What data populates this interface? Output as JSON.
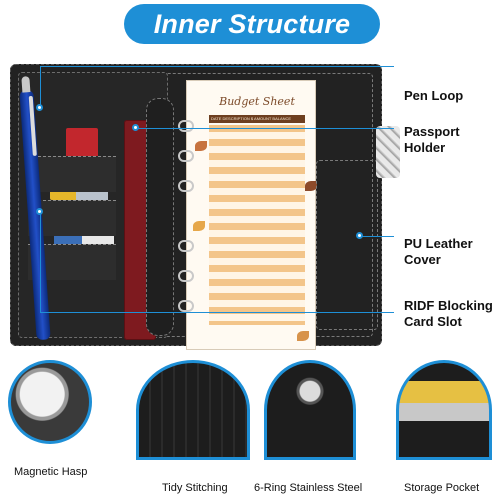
{
  "banner": {
    "title": "Inner Structure"
  },
  "callouts": [
    {
      "id": "pen-loop",
      "label": "Pen Loop"
    },
    {
      "id": "passport-holder",
      "label": "Passport\nHolder"
    },
    {
      "id": "pu-leather-cover",
      "label": "PU Leather\nCover"
    },
    {
      "id": "ridf-blocking-card-slot",
      "label": "RIDF Blocking\nCard Slot"
    }
  ],
  "sheet": {
    "title": "Budget Sheet",
    "header": "DATE   DESCRIPTION   $  AMOUNT  BALANCE"
  },
  "details": [
    {
      "id": "magnetic-hasp",
      "label": "Magnetic Hasp"
    },
    {
      "id": "tidy-stitching",
      "label": "Tidy Stitching"
    },
    {
      "id": "six-ring-steel",
      "label": "6-Ring Stainless Steel"
    },
    {
      "id": "storage-pocket",
      "label": "Storage Pocket"
    }
  ],
  "colors": {
    "accent": "#1e8fd6",
    "binder": "#222222",
    "holder": "#7e1a1f",
    "pen": "#2250c8"
  },
  "icons": [
    "pen",
    "ring-binder",
    "magnet-hasp",
    "card"
  ]
}
